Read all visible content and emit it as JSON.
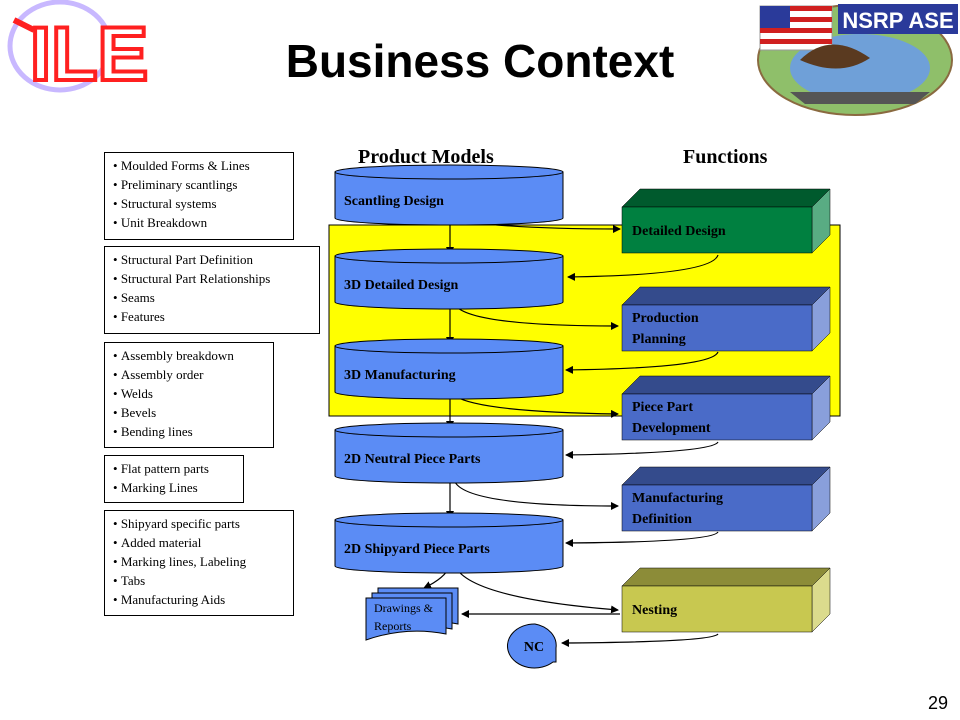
{
  "slide": {
    "title": "Business Context",
    "page_number": "29",
    "logo_left_text": "ILE",
    "logo_right_text": "NSRP ASE"
  },
  "headers": {
    "product_models": "Product Models",
    "functions": "Functions"
  },
  "notes": [
    [
      "Moulded Forms & Lines",
      "Preliminary  scantlings",
      "Structural systems",
      "Unit Breakdown"
    ],
    [
      "Structural Part Definition",
      "Structural Part Relationships",
      "Seams",
      "Features"
    ],
    [
      "Assembly breakdown",
      "Assembly order",
      "Welds",
      "Bevels",
      "Bending lines"
    ],
    [
      "Flat pattern parts",
      "Marking Lines"
    ],
    [
      "Shipyard specific parts",
      "Added material",
      "Marking lines,  Labeling",
      "Tabs",
      "Manufacturing Aids"
    ]
  ],
  "product_models": [
    "Scantling Design",
    "3D Detailed Design",
    "3D Manufacturing",
    "2D Neutral Piece Parts",
    "2D Shipyard Piece Parts"
  ],
  "functions": [
    {
      "lines": [
        "Detailed Design"
      ],
      "color": "#008040"
    },
    {
      "lines": [
        "Production",
        "Planning"
      ],
      "color": "#4a6bc8"
    },
    {
      "lines": [
        "Piece Part",
        "Development"
      ],
      "color": "#4a6bc8"
    },
    {
      "lines": [
        "Manufacturing",
        "Definition"
      ],
      "color": "#4a6bc8"
    },
    {
      "lines": [
        "Nesting"
      ],
      "color": "#c8c850"
    }
  ],
  "outputs": {
    "drawings_lines": [
      "Drawings &",
      "Reports"
    ],
    "nc": "NC"
  },
  "colors": {
    "cylinder": "#5b8cf5",
    "highlight": "#ffff00",
    "title_logo": "#ff2020"
  }
}
